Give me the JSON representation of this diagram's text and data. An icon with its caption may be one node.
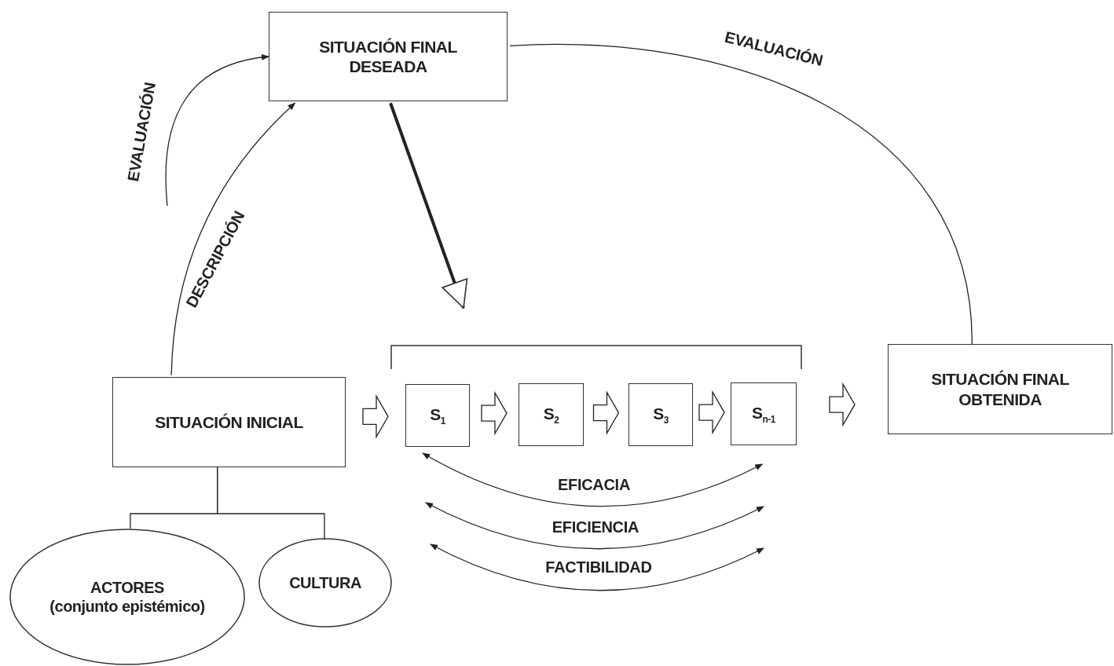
{
  "diagram": {
    "nodes": [
      {
        "text": [
          "SITUACIÓN FINAL DESEADA"
        ]
      },
      {
        "text": [
          "SITUACIÓN INICIAL"
        ]
      },
      {
        "text": [
          "S$_{1}$"
        ]
      },
      {
        "text": [
          "S$_{2}$"
        ]
      },
      {
        "text": [
          "S$_{3}$"
        ]
      },
      {
        "text": [
          "S$_{n-1}$"
        ]
      },
      {
        "text": [
          "SITUACIÓN FINAL OBTENIDA"
        ]
      },
      {
        "text": [
          "ACTORES",
          "(conjunto epistémico)"
        ]
      },
      {
        "text": [
          "CULTURA"
        ]
      }
    ],
    "edges": [
      {
        "from": null,
        "to": 0,
        "arrow": "to",
        "label": "EVALUACIÓN"
      },
      {
        "from": 1,
        "to": 0,
        "arrow": "to",
        "label": "DESCRIPCIÓN"
      },
      {
        "from": 6,
        "to": 0,
        "arrow": "none",
        "label": "EVALUACIÓN"
      },
      {
        "from": 0,
        "to": null,
        "arrow": "to",
        "style": "thick"
      },
      {
        "from": 1,
        "to": 2,
        "arrow": "to"
      },
      {
        "from": 2,
        "to": 3,
        "arrow": "to"
      },
      {
        "from": 3,
        "to": 4,
        "arrow": "to"
      },
      {
        "from": 4,
        "to": 5,
        "arrow": "to"
      },
      {
        "from": 5,
        "to": 6,
        "arrow": "to"
      },
      {
        "from": 1,
        "to": 7,
        "arrow": "none"
      },
      {
        "from": 1,
        "to": 8,
        "arrow": "none"
      },
      {
        "from": 2,
        "to": 5,
        "arrow": "both",
        "label": "EFICACIA"
      }
    ],
    "labels": [
      "EFICIENCIA",
      "FACTIBILIDAD"
    ]
  }
}
